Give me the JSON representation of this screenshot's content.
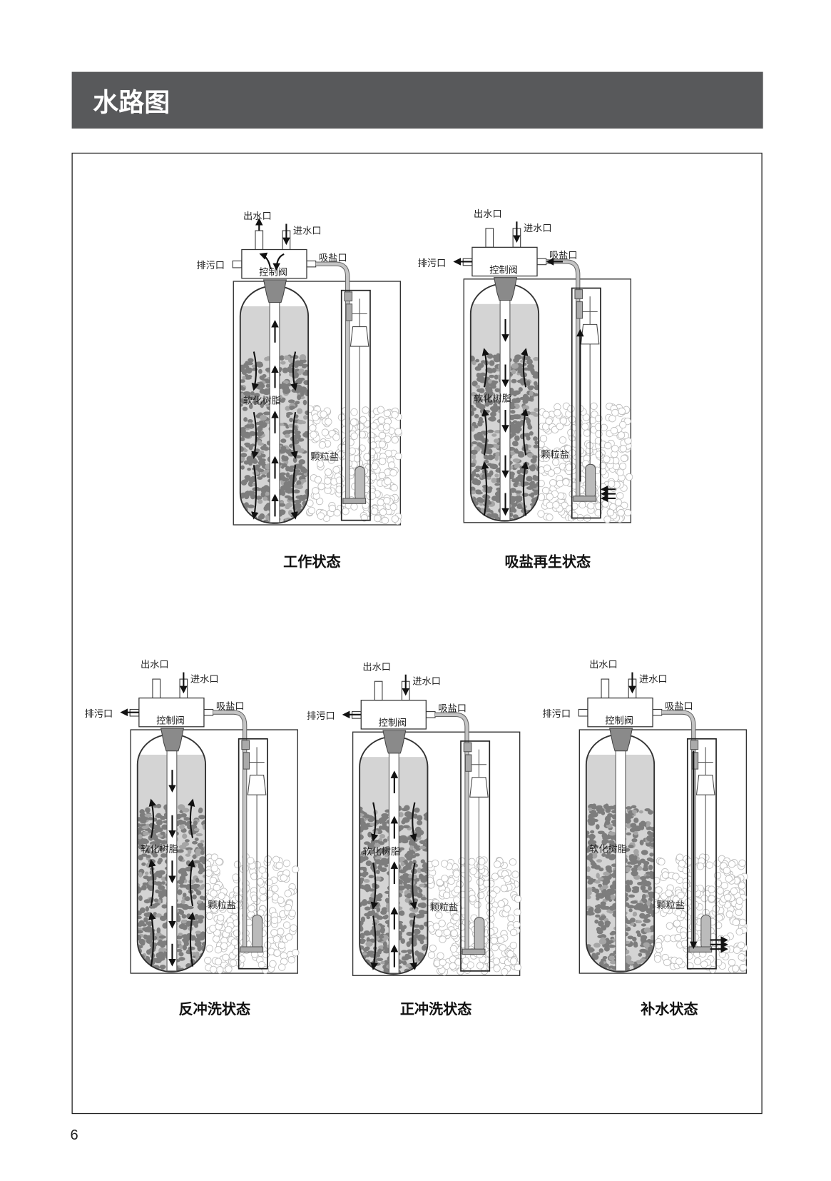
{
  "header": {
    "title": "水路图"
  },
  "page_number": "6",
  "diagrams": [
    {
      "state": "working",
      "caption": "工作状态",
      "outlet": "出水口",
      "inlet": "进水口",
      "drain": "排污口",
      "brine_port": "吸盐口",
      "valve": "控制阀",
      "resin": "软化树脂",
      "salt": "颗粒盐"
    },
    {
      "state": "brine-draw",
      "caption": "吸盐再生状态",
      "outlet": "出水口",
      "inlet": "进水口",
      "drain": "排污口",
      "brine_port": "吸盐口",
      "valve": "控制阀",
      "resin": "软化树脂",
      "salt": "颗粒盐"
    },
    {
      "state": "backwash",
      "caption": "反冲洗状态",
      "outlet": "出水口",
      "inlet": "进水口",
      "drain": "排污口",
      "brine_port": "吸盐口",
      "valve": "控制阀",
      "resin": "软化树脂",
      "salt": "颗粒盐"
    },
    {
      "state": "rinse",
      "caption": "正冲洗状态",
      "outlet": "出水口",
      "inlet": "进水口",
      "drain": "排污口",
      "brine_port": "吸盐口",
      "valve": "控制阀",
      "resin": "软化树脂",
      "salt": "颗粒盐"
    },
    {
      "state": "refill",
      "caption": "补水状态",
      "outlet": "出水口",
      "inlet": "进水口",
      "drain": "排污口",
      "brine_port": "吸盐口",
      "valve": "控制阀",
      "resin": "软化树脂",
      "salt": "颗粒盐"
    }
  ],
  "colors": {
    "header_bg": "#58595b",
    "resin_dots": "#7d7d7d",
    "water": "#d4d4d4"
  }
}
